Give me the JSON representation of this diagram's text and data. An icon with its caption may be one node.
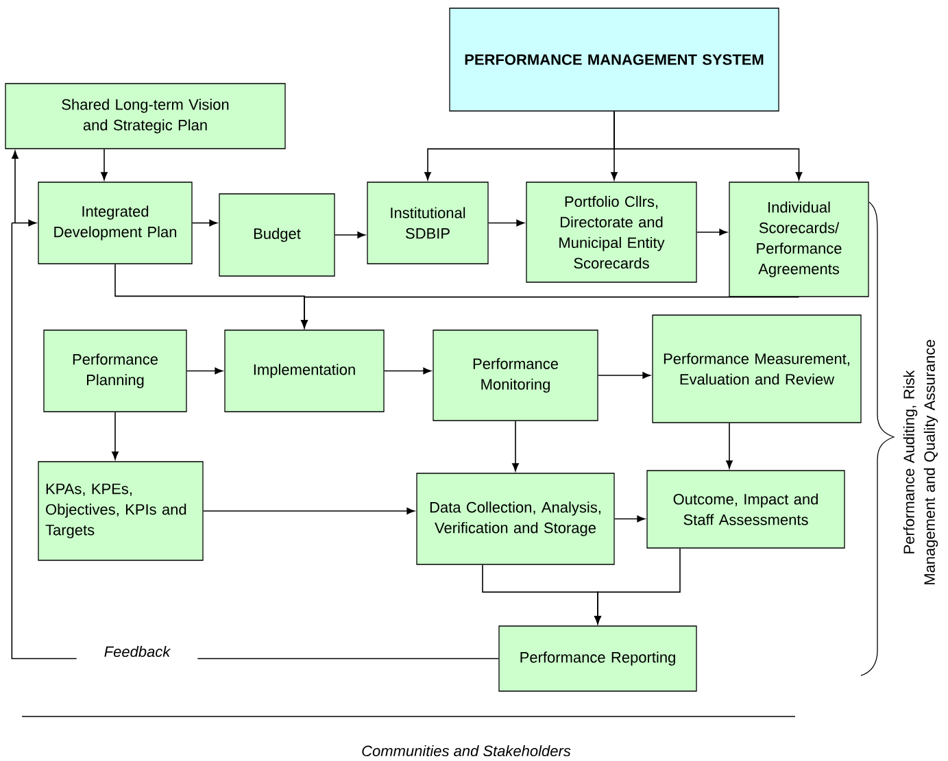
{
  "diagram": {
    "nodes": [
      {
        "text": [
          "PERFORMANCE MANAGEMENT SYSTEM"
        ]
      },
      {
        "text": [
          "Shared Long-term Vision and Strategic Plan"
        ]
      },
      {
        "text": [
          "Integrated Development Plan"
        ]
      },
      {
        "text": [
          "Budget"
        ]
      },
      {
        "text": [
          "Institutional SDBIP"
        ]
      },
      {
        "text": [
          "Portfolio Cllrs, Directorate and Municipal Entity Scorecards"
        ]
      },
      {
        "text": [
          "Individual Scorecards/ Performance Agreements"
        ]
      },
      {
        "text": [
          "Performance Planning"
        ]
      },
      {
        "text": [
          "Implementation"
        ]
      },
      {
        "text": [
          "Performance Monitoring"
        ]
      },
      {
        "text": [
          "Performance Measurement, Evaluation and Review"
        ]
      },
      {
        "text": [
          "KPAs, KPEs, Objectives, KPIs and Targets"
        ]
      },
      {
        "text": [
          "Data Collection, Analysis, Verification and Storage"
        ]
      },
      {
        "text": [
          "Outcome, Impact and Staff Assessments"
        ]
      },
      {
        "text": [
          "Performance Reporting"
        ]
      }
    ],
    "edges": [
      {
        "from": 0,
        "to": 4,
        "arrow": "to"
      },
      {
        "from": 0,
        "to": 5,
        "arrow": "to"
      },
      {
        "from": 0,
        "to": 6,
        "arrow": "to"
      },
      {
        "from": 1,
        "to": 2,
        "arrow": "to"
      },
      {
        "from": 2,
        "to": 3,
        "arrow": "to"
      },
      {
        "from": 3,
        "to": 4,
        "arrow": "to"
      },
      {
        "from": 4,
        "to": 5,
        "arrow": "to"
      },
      {
        "from": 5,
        "to": 6,
        "arrow": "to"
      },
      {
        "from": 2,
        "to": 8,
        "arrow": "to"
      },
      {
        "from": 6,
        "to": 8,
        "arrow": "to"
      },
      {
        "from": 7,
        "to": 8,
        "arrow": "to"
      },
      {
        "from": 8,
        "to": 9,
        "arrow": "to"
      },
      {
        "from": 9,
        "to": 10,
        "arrow": "to"
      },
      {
        "from": 7,
        "to": 11,
        "arrow": "to"
      },
      {
        "from": 9,
        "to": 12,
        "arrow": "to"
      },
      {
        "from": 10,
        "to": 13,
        "arrow": "to"
      },
      {
        "from": 11,
        "to": 12,
        "arrow": "to"
      },
      {
        "from": 12,
        "to": 13,
        "arrow": "to"
      },
      {
        "from": 12,
        "to": 14,
        "arrow": "to"
      },
      {
        "from": 13,
        "to": 14,
        "arrow": "to"
      },
      {
        "from": 14,
        "to": 1,
        "arrow": "to",
        "label": "Feedback"
      },
      {
        "from": 14,
        "to": 2,
        "arrow": "to"
      }
    ],
    "labels": [
      "Performance Auditing, Risk Management and Quality Assurance",
      "Communities and Stakeholders"
    ]
  }
}
